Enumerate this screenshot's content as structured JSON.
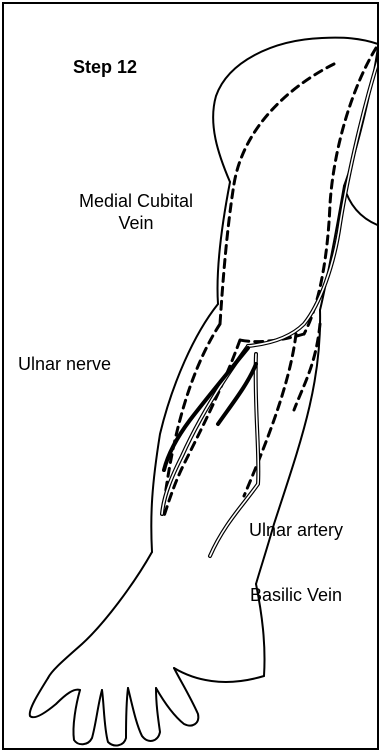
{
  "title": "Step 12",
  "labels": {
    "medial_cubital_vein_line1": "Medial Cubital",
    "medial_cubital_vein_line2": "Vein",
    "ulnar_nerve": "Ulnar nerve",
    "ulnar_artery": "Ulnar artery",
    "basilic_vein": "Basilic Vein"
  },
  "colors": {
    "ink": "#000000",
    "background": "#ffffff"
  }
}
